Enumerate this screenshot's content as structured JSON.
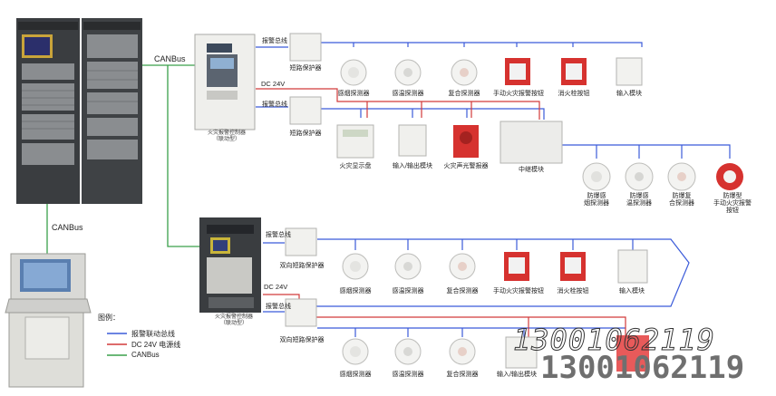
{
  "links": {
    "canbus_top": "CANBus",
    "canbus_left": "CANBus",
    "dc24v_top": "DC 24V",
    "dc24v_bottom": "DC 24V"
  },
  "panels": {
    "top_panel_label": "火灾报警控制器\n（联动型）",
    "bottom_panel_label": "火灾报警控制器\n（联动型）"
  },
  "top_row1": {
    "bus_label": "报警总线",
    "isolator": "短路保护器",
    "devices": [
      "感烟探测器",
      "感温探测器",
      "复合探测器",
      "手动火灾报警按钮",
      "消火栓按钮",
      "输入模块"
    ]
  },
  "top_row2": {
    "bus_label": "报警总线",
    "isolator": "短路保护器",
    "devices": [
      "火灾显示盘",
      "输入/输出模块",
      "火灾声光警报器",
      "中继模块"
    ]
  },
  "top_row3": {
    "devices": [
      "防爆感\n烟探测器",
      "防爆感\n温探测器",
      "防爆复\n合探测器",
      "防爆型\n手动火灾报警按钮"
    ]
  },
  "bottom_row1": {
    "bus_label": "报警总线",
    "isolator": "双向短路保护器",
    "devices": [
      "感烟探测器",
      "感温探测器",
      "复合探测器",
      "手动火灾报警按钮",
      "消火栓按钮",
      "输入模块"
    ]
  },
  "bottom_row2": {
    "bus_label": "报警总线",
    "isolator": "双向短路保护器",
    "devices": [
      "感烟探测器",
      "感温探测器",
      "复合探测器",
      "输入/输出模块"
    ]
  },
  "legend": {
    "title": "图例：",
    "items": [
      {
        "label": "报警联动总线",
        "color": "#3b5bd9"
      },
      {
        "label": "DC 24V 电源线",
        "color": "#d23a3a"
      },
      {
        "label": "CANBus",
        "color": "#3aa04a"
      }
    ]
  },
  "watermark": {
    "phone_outline": "13001062119",
    "phone_solid": "13001062119"
  },
  "colors": {
    "bus_blue": "#3b5bd9",
    "power_red": "#d23a3a",
    "canbus_green": "#3aa04a",
    "cabinet": "#3a3d40"
  }
}
